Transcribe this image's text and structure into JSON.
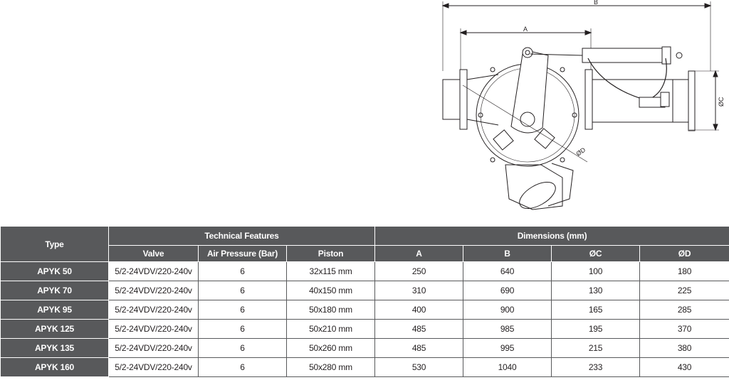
{
  "drawing": {
    "label_a": "A",
    "label_b": "B",
    "label_c": "ØC",
    "label_d": "ØD"
  },
  "table": {
    "type_header": "Type",
    "group_technical": "Technical Features",
    "group_dimensions": "Dimensions (mm)",
    "columns": [
      "Valve",
      "Air Pressure (Bar)",
      "Piston",
      "A",
      "B",
      "ØC",
      "ØD"
    ],
    "rows": [
      {
        "type": "APYK 50",
        "valve": "5/2-24VDV/220-240v",
        "pressure": "6",
        "piston": "32x115 mm",
        "a": "250",
        "b": "640",
        "c": "100",
        "d": "180"
      },
      {
        "type": "APYK 70",
        "valve": "5/2-24VDV/220-240v",
        "pressure": "6",
        "piston": "40x150 mm",
        "a": "310",
        "b": "690",
        "c": "130",
        "d": "225"
      },
      {
        "type": "APYK 95",
        "valve": "5/2-24VDV/220-240v",
        "pressure": "6",
        "piston": "50x180 mm",
        "a": "400",
        "b": "900",
        "c": "165",
        "d": "285"
      },
      {
        "type": "APYK 125",
        "valve": "5/2-24VDV/220-240v",
        "pressure": "6",
        "piston": "50x210 mm",
        "a": "485",
        "b": "985",
        "c": "195",
        "d": "370"
      },
      {
        "type": "APYK 135",
        "valve": "5/2-24VDV/220-240v",
        "pressure": "6",
        "piston": "50x260 mm",
        "a": "485",
        "b": "995",
        "c": "215",
        "d": "380"
      },
      {
        "type": "APYK 160",
        "valve": "5/2-24VDV/220-240v",
        "pressure": "6",
        "piston": "50x280 mm",
        "a": "530",
        "b": "1040",
        "c": "233",
        "d": "430"
      }
    ]
  }
}
